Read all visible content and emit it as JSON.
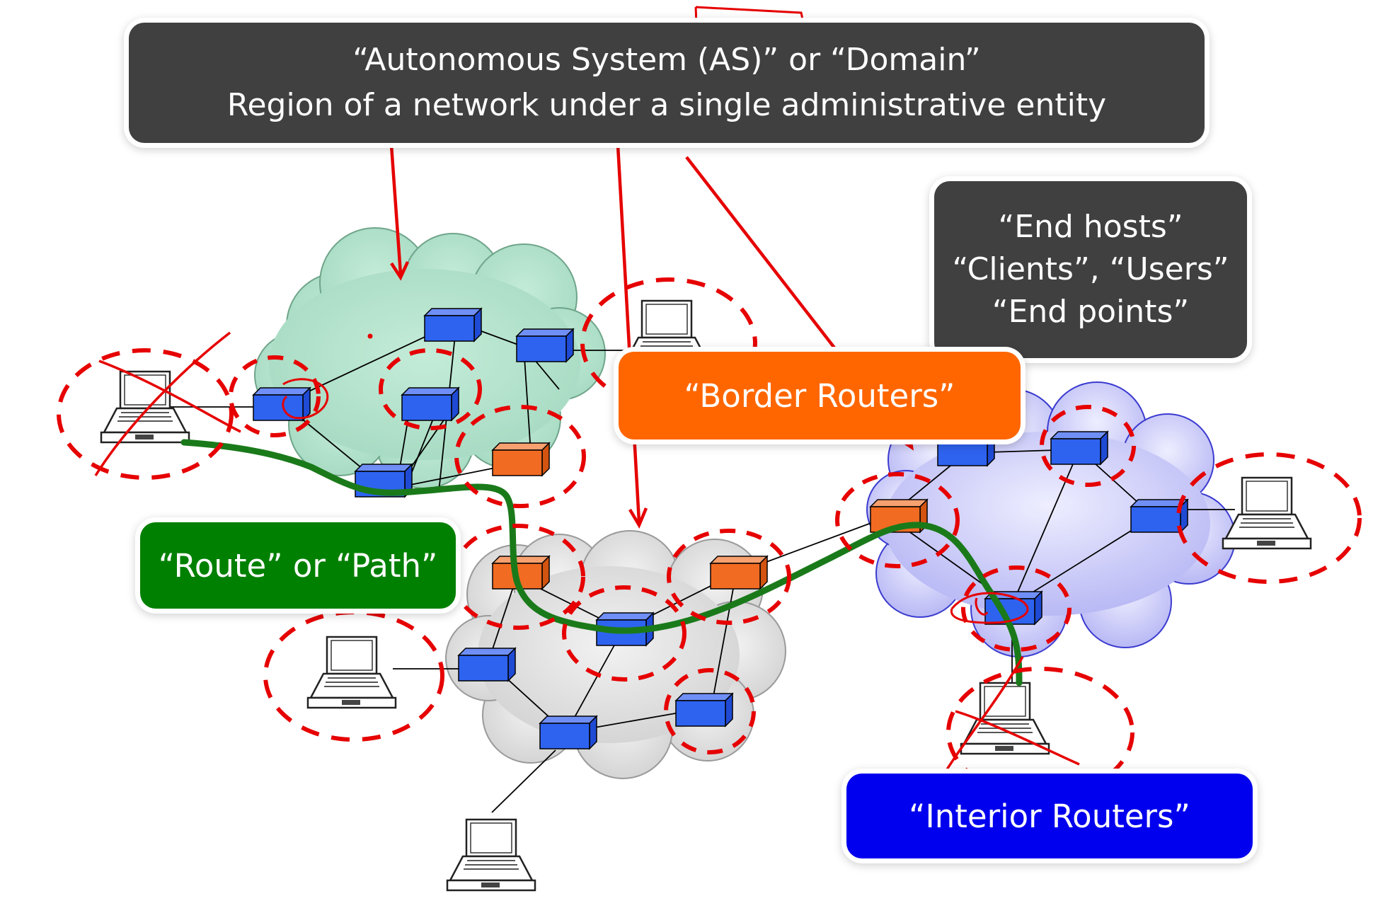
{
  "callouts": {
    "autonomous_system": {
      "line1": "“Autonomous System (AS)” or “Domain”",
      "line2": "Region of a network under a single administrative entity",
      "color": "#404040"
    },
    "end_hosts": {
      "line1": "“End hosts”",
      "line2": "“Clients”, “Users”",
      "line3": "“End points”",
      "color": "#404040"
    },
    "border_routers": {
      "label": "“Border Routers”",
      "color": "#ff6600"
    },
    "route": {
      "label": "“Route” or “Path”",
      "color": "#008000"
    },
    "interior_routers": {
      "label": "“Interior Routers”",
      "color": "#0000ee"
    }
  },
  "clouds": [
    {
      "name": "green-as",
      "color": "#a8dcc4"
    },
    {
      "name": "gray-as",
      "color": "#dcdcdc"
    },
    {
      "name": "blue-as",
      "color": "#c0c0f8"
    }
  ],
  "routers": {
    "interior_color": "#2e63f0",
    "border_color": "#f26b22"
  },
  "annotation_color": "#e60000",
  "path_color": "#1a7a1a"
}
